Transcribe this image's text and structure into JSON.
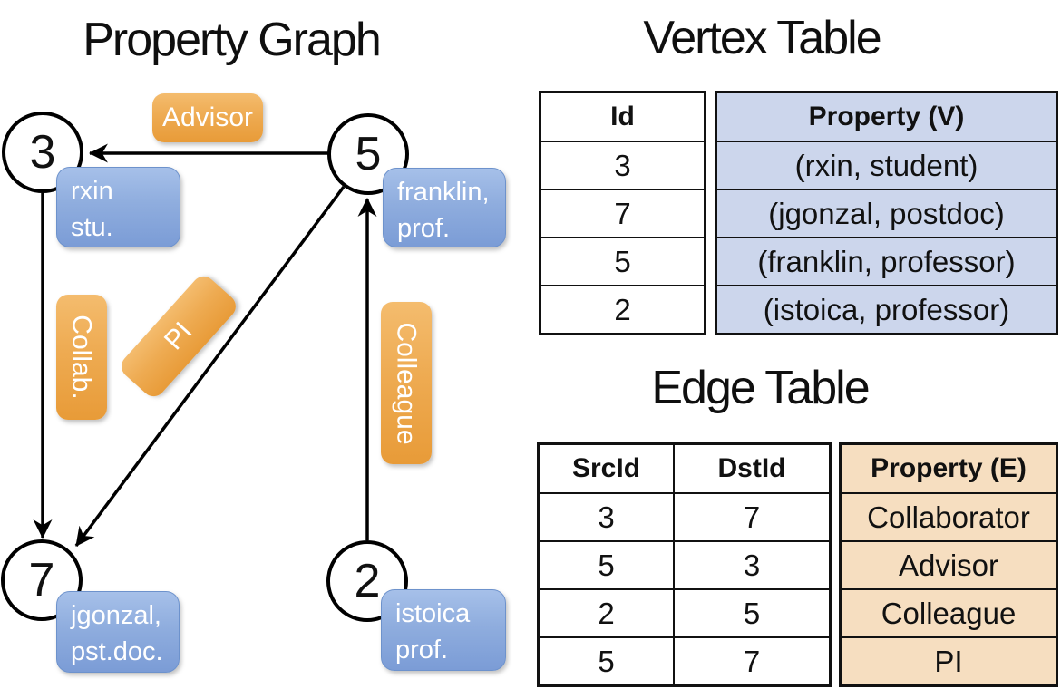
{
  "colors": {
    "edge_label_orange_top": "#f4bc6e",
    "edge_label_orange_bottom": "#e89b38",
    "vertex_label_blue_top": "#a6c0e9",
    "vertex_label_blue_bottom": "#7b9cd6",
    "vertex_property_cell_blue": "#ccd6ec",
    "edge_property_cell_peach": "#f6dec0",
    "edge_line_black": "#000000"
  },
  "graph": {
    "title": "Property Graph",
    "nodes": [
      {
        "id": "3",
        "line1": "rxin",
        "line2": "stu."
      },
      {
        "id": "5",
        "line1": "franklin,",
        "line2": "prof."
      },
      {
        "id": "7",
        "line1": "jgonzal,",
        "line2": "pst.doc."
      },
      {
        "id": "2",
        "line1": "istoica",
        "line2": "prof."
      }
    ],
    "edge_labels": {
      "advisor": "Advisor",
      "collab": "Collab.",
      "pi": "PI",
      "colleague": "Colleague"
    }
  },
  "vertex_table": {
    "title": "Vertex Table",
    "columns": [
      "Id",
      "Property (V)"
    ],
    "rows": [
      {
        "id": "3",
        "property": "(rxin, student)"
      },
      {
        "id": "7",
        "property": "(jgonzal, postdoc)"
      },
      {
        "id": "5",
        "property": "(franklin, professor)"
      },
      {
        "id": "2",
        "property": "(istoica, professor)"
      }
    ]
  },
  "edge_table": {
    "title": "Edge Table",
    "columns": [
      "SrcId",
      "DstId",
      "Property (E)"
    ],
    "rows": [
      {
        "src": "3",
        "dst": "7",
        "property": "Collaborator"
      },
      {
        "src": "5",
        "dst": "3",
        "property": "Advisor"
      },
      {
        "src": "2",
        "dst": "5",
        "property": "Colleague"
      },
      {
        "src": "5",
        "dst": "7",
        "property": "PI"
      }
    ]
  }
}
